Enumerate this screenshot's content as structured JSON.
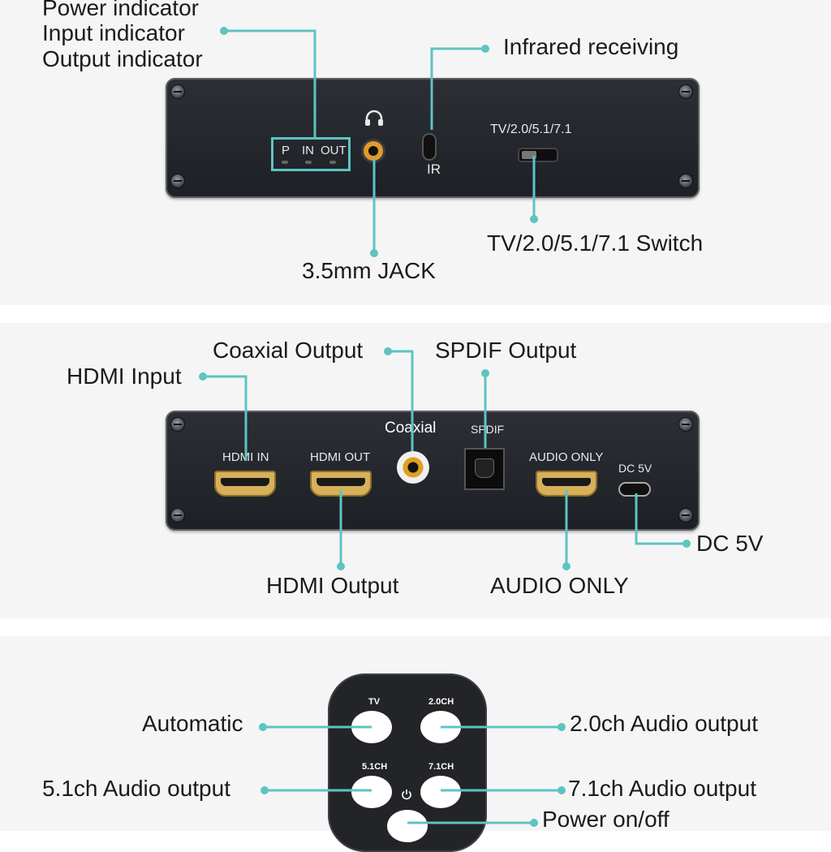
{
  "colors": {
    "callout": "#5ec3c3",
    "device": "#24272c",
    "panel": "#f5f5f5"
  },
  "panel1": {
    "labels": {
      "power_indicator": "Power indicator",
      "input_indicator": "Input indicator",
      "output_indicator": "Output indicator",
      "infrared_receiving": "Infrared receiving",
      "jack": "3.5mm JACK",
      "switch": "TV/2.0/5.1/7.1 Switch"
    },
    "device": {
      "p": "P",
      "in": "IN",
      "out": "OUT",
      "ir": "IR",
      "mode": "TV/2.0/5.1/7.1",
      "headphone_icon": "headphone-icon"
    }
  },
  "panel2": {
    "labels": {
      "coaxial_output": "Coaxial Output",
      "spdif_output": "SPDIF Output",
      "hdmi_input": "HDMI Input",
      "hdmi_output": "HDMI Output",
      "audio_only": "AUDIO ONLY",
      "dc5v": "DC 5V"
    },
    "device": {
      "hdmi_in": "HDMI IN",
      "hdmi_out": "HDMI OUT",
      "coaxial": "Coaxial",
      "spdif": "SPDIF",
      "audio_only": "AUDIO ONLY",
      "dc5v": "DC 5V"
    }
  },
  "panel3": {
    "labels": {
      "automatic": "Automatic",
      "ch20": "2.0ch Audio output",
      "ch51": "5.1ch Audio output",
      "ch71": "7.1ch Audio output",
      "power": "Power on/off"
    },
    "remote": {
      "tv": "TV",
      "ch20": "2.0CH",
      "ch51": "5.1CH",
      "ch71": "7.1CH",
      "power_icon": "power-icon"
    }
  }
}
